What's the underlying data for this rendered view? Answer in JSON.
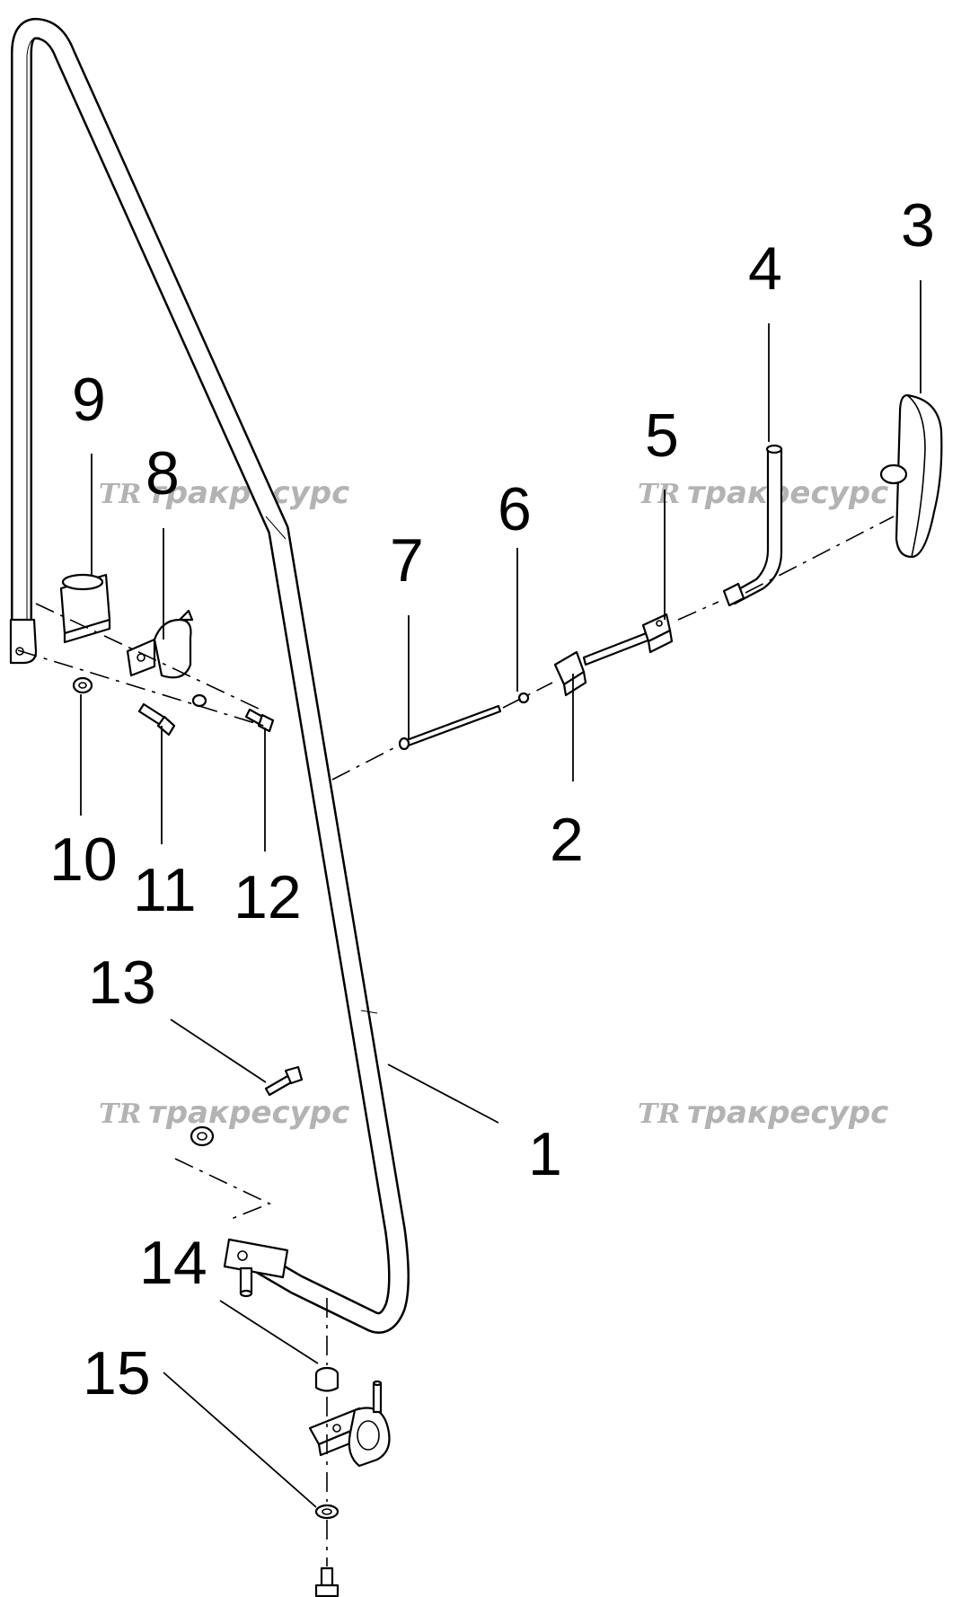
{
  "callouts": {
    "c1": "1",
    "c2": "2",
    "c3": "3",
    "c4": "4",
    "c5": "5",
    "c6": "6",
    "c7": "7",
    "c8": "8",
    "c9": "9",
    "c10": "10",
    "c11": "11",
    "c12": "12",
    "c13": "13",
    "c14": "14",
    "c15": "15"
  },
  "watermark": {
    "logo": "TR",
    "text": "тракресурс"
  }
}
